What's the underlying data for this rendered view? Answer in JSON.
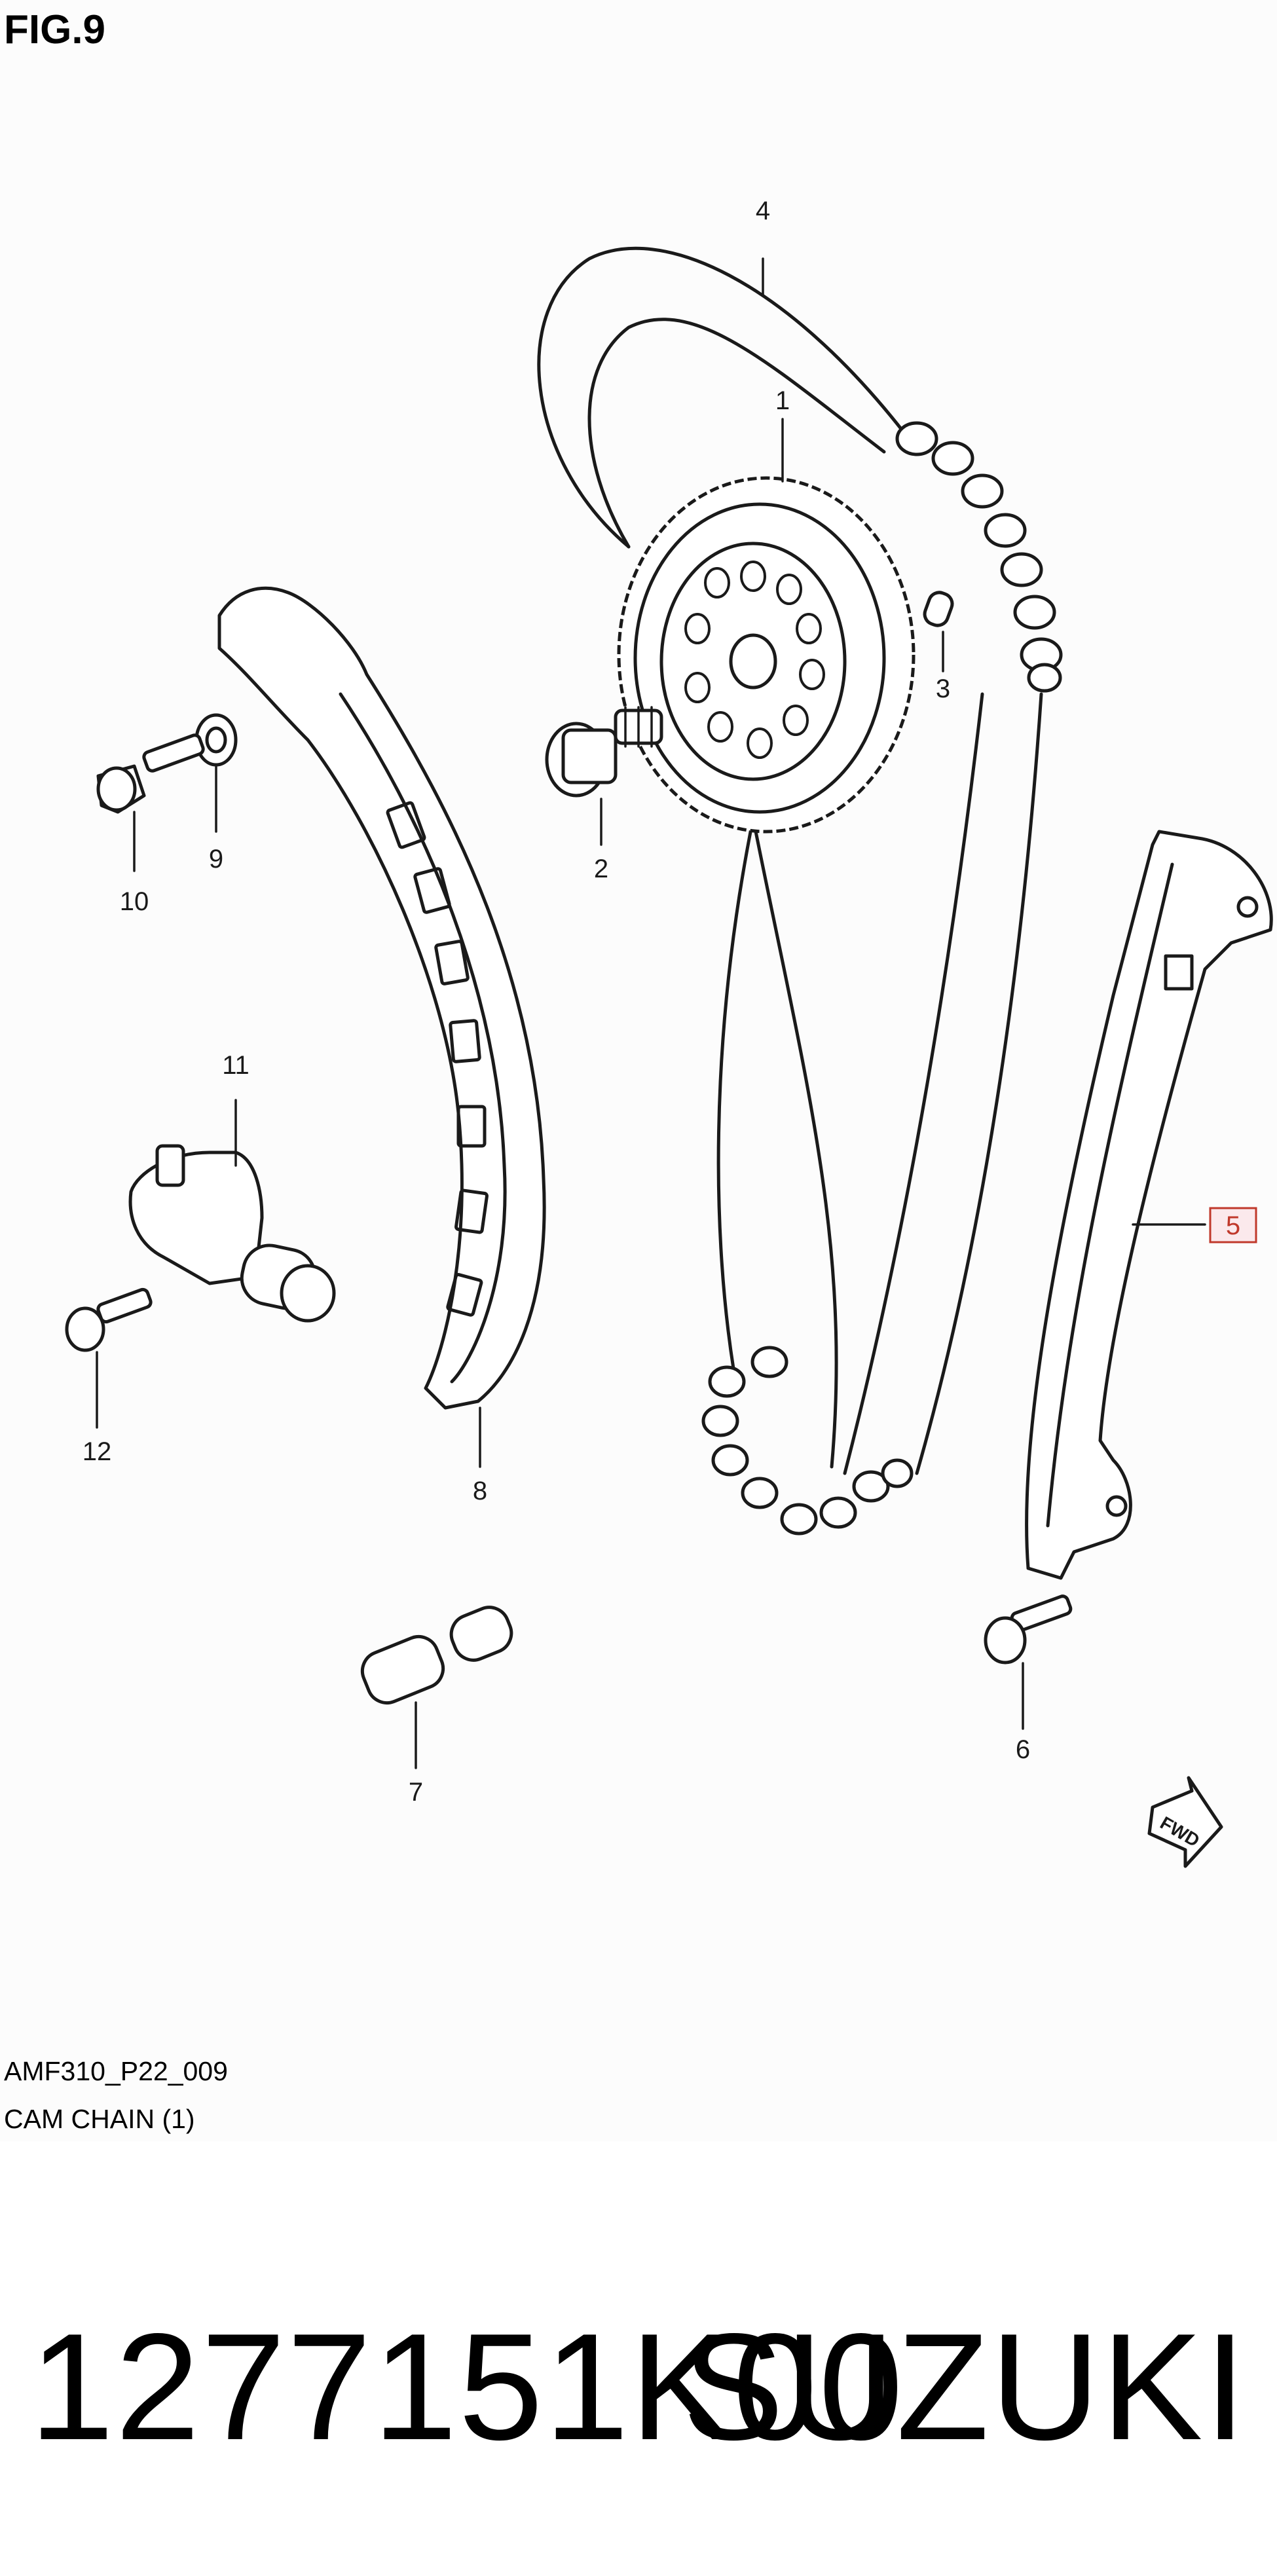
{
  "figure": {
    "title": "FIG.9"
  },
  "callouts": [
    {
      "id": "1",
      "label": "1"
    },
    {
      "id": "2",
      "label": "2"
    },
    {
      "id": "3",
      "label": "3"
    },
    {
      "id": "4",
      "label": "4"
    },
    {
      "id": "5",
      "label": "5",
      "highlighted": true
    },
    {
      "id": "6",
      "label": "6"
    },
    {
      "id": "7",
      "label": "7"
    },
    {
      "id": "8",
      "label": "8"
    },
    {
      "id": "9",
      "label": "9"
    },
    {
      "id": "10",
      "label": "10"
    },
    {
      "id": "11",
      "label": "11"
    },
    {
      "id": "12",
      "label": "12"
    }
  ],
  "fwd_marker": {
    "text": "FWD"
  },
  "footer": {
    "ref_code": "AMF310_P22_009",
    "caption": "CAM CHAIN (1)"
  },
  "product": {
    "part_number": "1277151K00",
    "brand": "SUZUKI"
  },
  "colors": {
    "highlight": "#c0392b",
    "highlight_fill": "#fbe9ec",
    "line": "#1a1a1a"
  }
}
